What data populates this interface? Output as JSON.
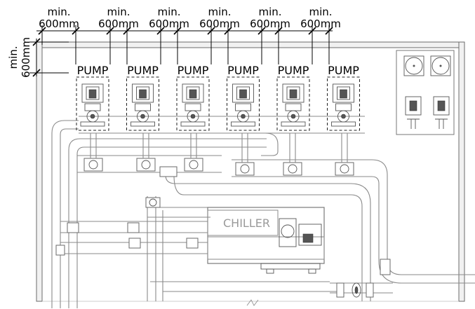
{
  "dimension_labels": {
    "top_line1": "min.",
    "top_line2": "600mm",
    "side_line1": "min.",
    "side_line2": "600mm"
  },
  "pump_label": "PUMP",
  "pump_count": 6,
  "chiller_label": "CHILLER",
  "colors": {
    "line": "#000000",
    "pipe": "#8a8a8a",
    "wall": "#6b6b6b"
  }
}
